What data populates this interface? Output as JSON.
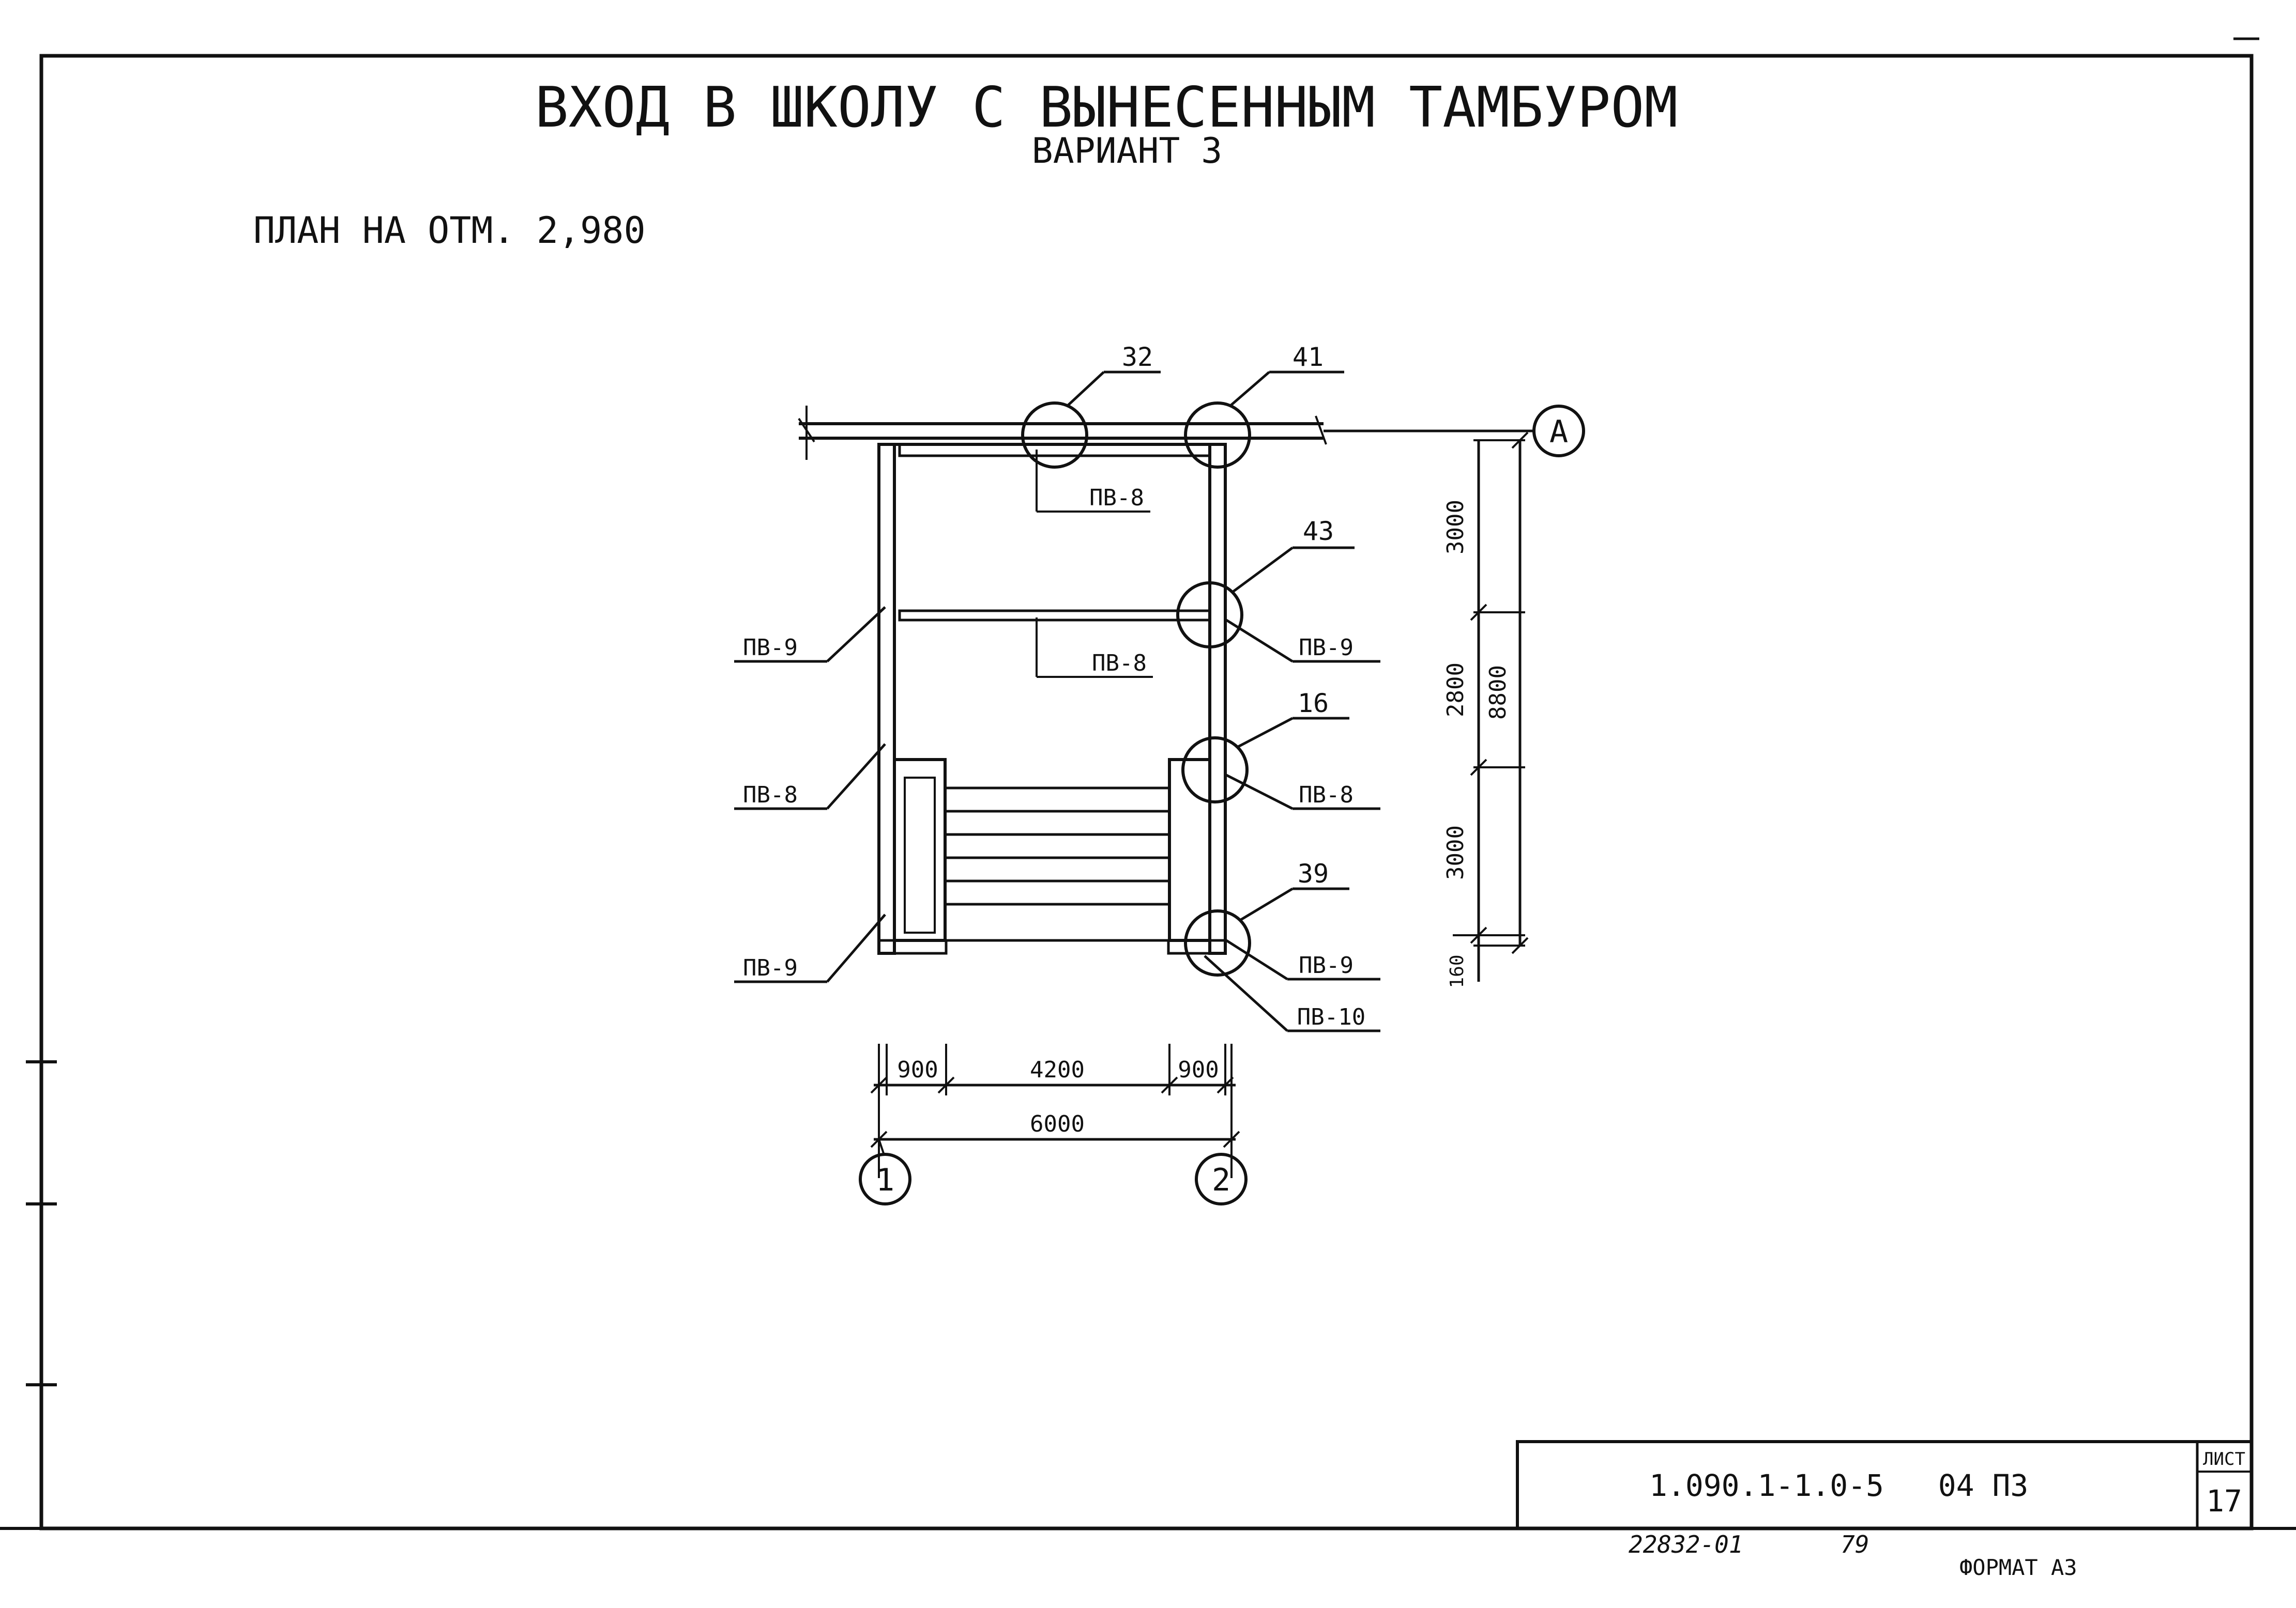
{
  "title": "ВХОД В ШКОЛУ С ВЫНЕСЕННЫМ ТАМБУРОМ",
  "subtitle": "ВАРИАНТ 3",
  "plan_label": "ПЛАН НА ОТМ. 2,980",
  "axes": {
    "row_a": "А",
    "col_1": "1",
    "col_2": "2"
  },
  "node_callouts": [
    "32",
    "41",
    "43",
    "16",
    "39"
  ],
  "panel_labels": {
    "pv8_top": "ПВ-8",
    "pv8_mid": "ПВ-8",
    "pv9_left_upper": "ПВ-9",
    "pv8_left": "ПВ-8",
    "pv9_left_lower": "ПВ-9",
    "pv9_right_upper": "ПВ-9",
    "pv8_right": "ПВ-8",
    "pv9_right_lower": "ПВ-9",
    "pv10_right": "ПВ-10"
  },
  "dimensions": {
    "horizontal_parts": [
      "900",
      "4200",
      "900"
    ],
    "horizontal_total": "6000",
    "vertical_parts": [
      "3000",
      "2800",
      "3000",
      "160"
    ],
    "vertical_total": "8800"
  },
  "title_block": {
    "code": "1.090.1-1.0-5   04 ПЗ",
    "sheet_label": "ЛИСТ",
    "sheet_number": "17"
  },
  "footer": {
    "inventory": "22832-01",
    "page": "79",
    "format": "ФОРМАТ А3"
  }
}
